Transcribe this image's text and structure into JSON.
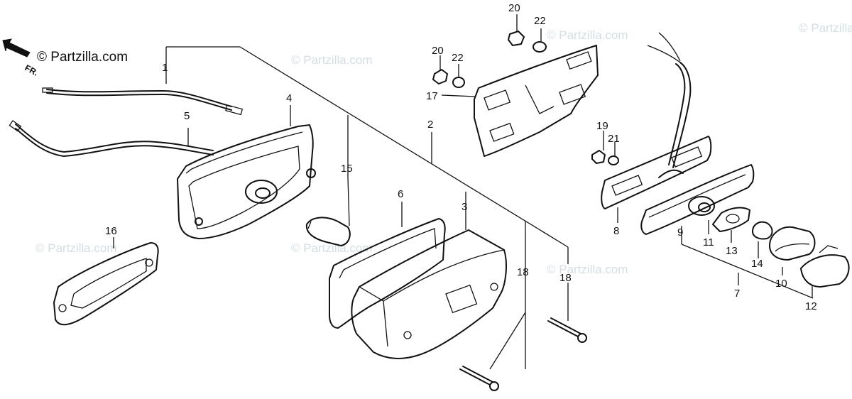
{
  "copyright": "© Partzilla.com",
  "watermark": "© Partzilla.com",
  "direction_label": "FR.",
  "callouts": {
    "c1": "1",
    "c2": "2",
    "c3": "3",
    "c4": "4",
    "c5": "5",
    "c6": "6",
    "c7": "7",
    "c8": "8",
    "c9": "9",
    "c10": "10",
    "c11": "11",
    "c12": "12",
    "c13": "13",
    "c14": "14",
    "c15": "15",
    "c16": "16",
    "c17": "17",
    "c18a": "18",
    "c18b": "18",
    "c19": "19",
    "c20a": "20",
    "c20b": "20",
    "c21": "21",
    "c22a": "22",
    "c22b": "22"
  }
}
